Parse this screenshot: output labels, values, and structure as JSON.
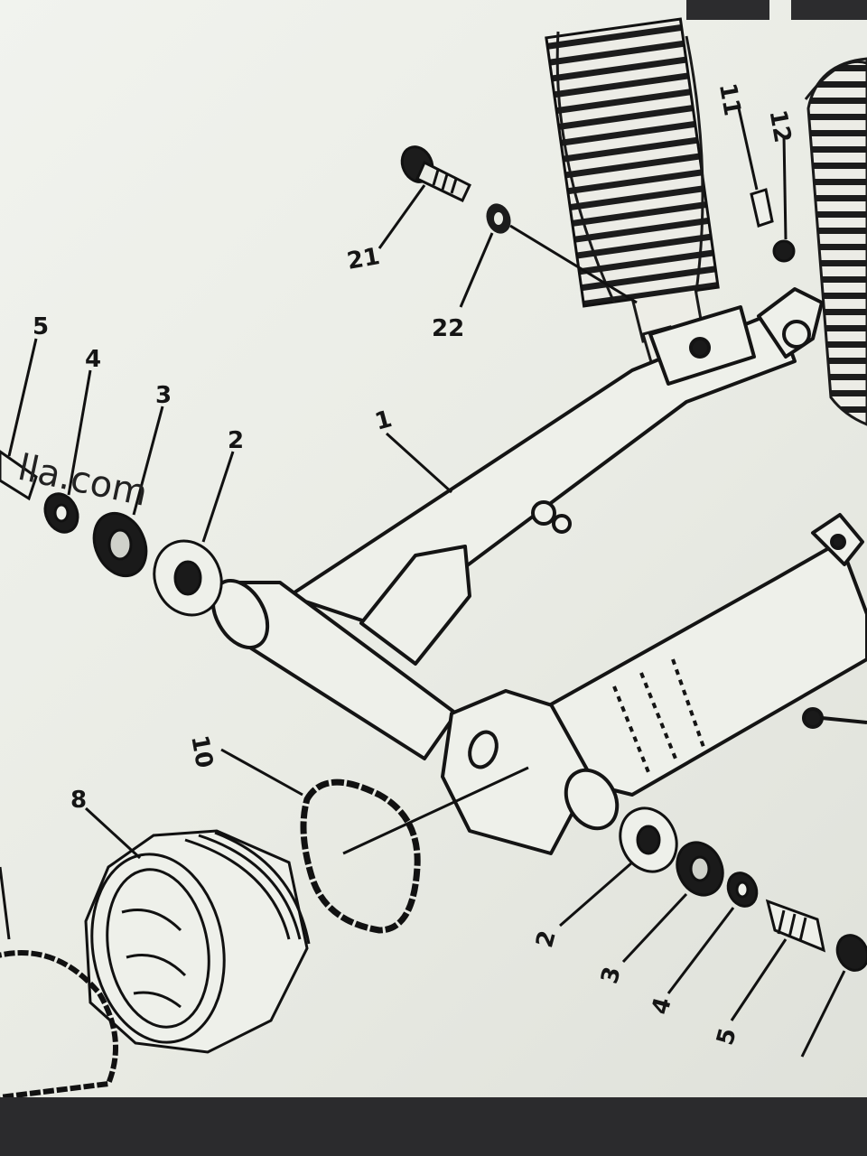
{
  "diagram": {
    "watermark": "lla.com",
    "callouts": {
      "c1": "1",
      "c2_top": "2",
      "c3_top": "3",
      "c4_top": "4",
      "c5_top": "5",
      "c2_bottom": "2",
      "c3_bottom": "3",
      "c4_bottom": "4",
      "c5_bottom": "5",
      "c8": "8",
      "c10": "10",
      "c11": "11",
      "c12": "12",
      "c21": "21",
      "c22": "22"
    }
  }
}
